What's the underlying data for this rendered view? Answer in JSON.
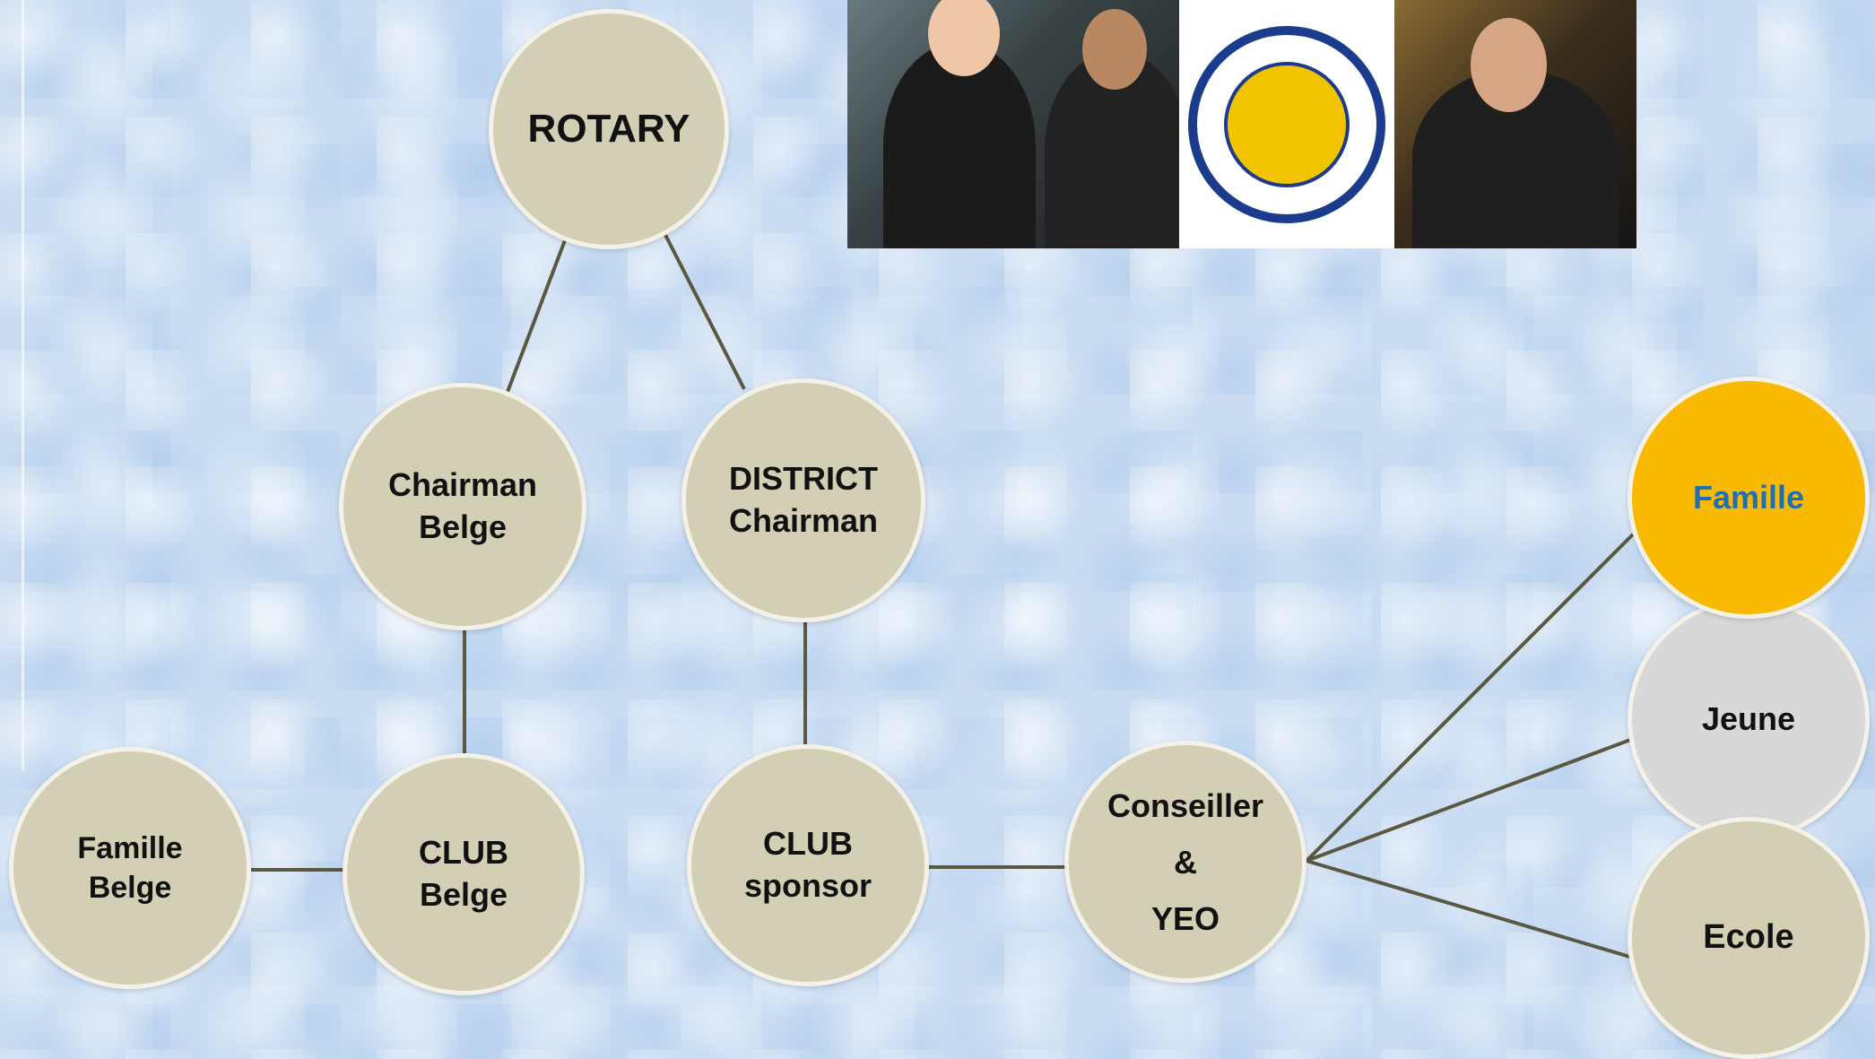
{
  "nodes": {
    "rotary": "ROTARY",
    "chairman_belge": "Chairman\nBelge",
    "district_chairman": "DISTRICT\nChairman",
    "famille_belge": "Famille\nBelge",
    "club_belge": "CLUB\nBelge",
    "club_sponsor": "CLUB\nsponsor",
    "conseiller_yeo": "Conseiller\n&\nYEO",
    "famille": "Famille",
    "jeune": "Jeune",
    "ecole": "Ecole"
  },
  "edges": [
    [
      "rotary",
      "chairman_belge"
    ],
    [
      "rotary",
      "district_chairman"
    ],
    [
      "chairman_belge",
      "club_belge"
    ],
    [
      "district_chairman",
      "club_sponsor"
    ],
    [
      "famille_belge",
      "club_belge"
    ],
    [
      "club_sponsor",
      "conseiller_yeo"
    ],
    [
      "conseiller_yeo",
      "famille"
    ],
    [
      "conseiller_yeo",
      "jeune"
    ],
    [
      "conseiller_yeo",
      "ecole"
    ]
  ],
  "colors": {
    "node_fill": "#d3cfb4",
    "highlight_fill": "#f9b900",
    "highlight_text": "#1f6fb5",
    "grey_fill": "#d8d8d8",
    "link_color": "#5a5840"
  },
  "banner": {
    "logo_name": "rotary-youth-exchange-logo"
  }
}
